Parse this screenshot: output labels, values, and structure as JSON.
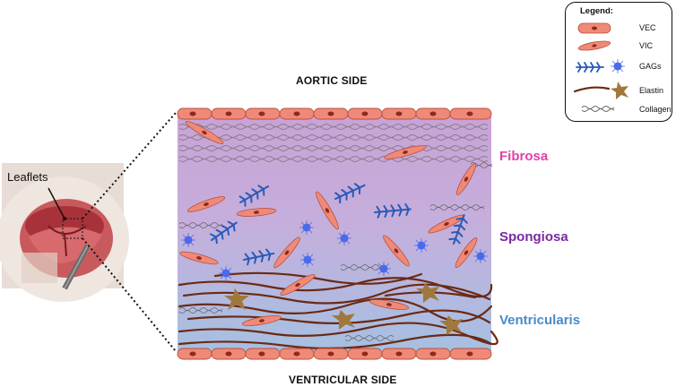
{
  "labels": {
    "aortic_side": "AORTIC SIDE",
    "ventricular_side": "VENTRICULAR SIDE",
    "leaflets": "Leaflets"
  },
  "layers": [
    {
      "name": "Fibrosa",
      "color": "#e040a8"
    },
    {
      "name": "Spongiosa",
      "color": "#7a2aa0"
    },
    {
      "name": "Ventricularis",
      "color": "#4a8ac8"
    }
  ],
  "legend": {
    "title": "Legend:",
    "items": [
      "VEC",
      "VIC",
      "GAGs",
      "Elastin",
      "Collagen"
    ]
  },
  "colors": {
    "cell_fill": "#f08a78",
    "cell_edge": "#b8503c",
    "nucleus": "#8c2a20",
    "gag_blue": "#2a5ab8",
    "gag_star": "#4a6ae8",
    "elastin_fiber": "#6a2a14",
    "elastin_star": "#a0783c",
    "collagen": "#777777"
  }
}
